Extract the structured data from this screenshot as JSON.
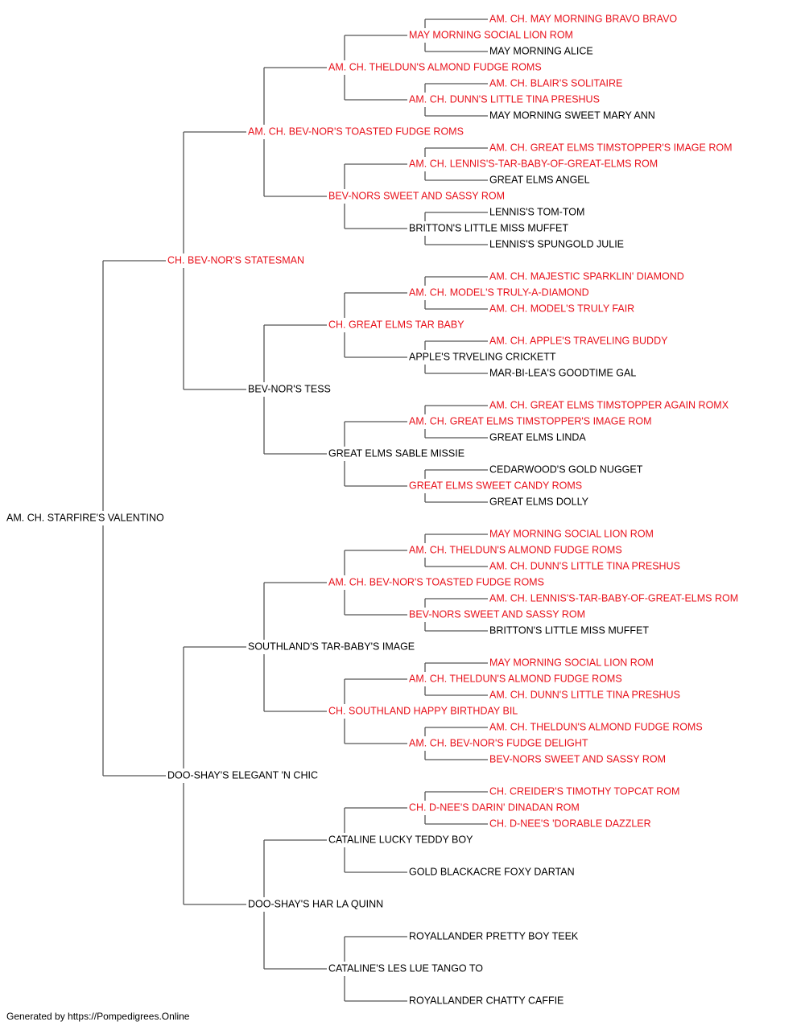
{
  "colors": {
    "champion": "#e8111b",
    "normal": "#000000",
    "line": "#555555"
  },
  "footer": "Generated by https://Pompedigrees.Online",
  "pedigree": {
    "name": "AM. CH. STARFIRE'S VALENTINO",
    "red": false,
    "sire": {
      "name": "CH. BEV-NOR'S STATESMAN",
      "red": true,
      "sire": {
        "name": "AM. CH. BEV-NOR'S TOASTED FUDGE ROMS",
        "red": true,
        "sire": {
          "name": "AM. CH. THELDUN'S ALMOND FUDGE ROMS",
          "red": true,
          "sire": {
            "name": "MAY MORNING SOCIAL LION ROM",
            "red": true,
            "sire": {
              "name": "AM. CH. MAY MORNING BRAVO BRAVO",
              "red": true
            },
            "dam": {
              "name": "MAY MORNING ALICE",
              "red": false
            }
          },
          "dam": {
            "name": "AM. CH. DUNN'S LITTLE TINA PRESHUS",
            "red": true,
            "sire": {
              "name": "AM. CH. BLAIR'S SOLITAIRE",
              "red": true
            },
            "dam": {
              "name": "MAY MORNING SWEET MARY ANN",
              "red": false
            }
          }
        },
        "dam": {
          "name": "BEV-NORS SWEET AND SASSY ROM",
          "red": true,
          "sire": {
            "name": "AM. CH. LENNIS'S-TAR-BABY-OF-GREAT-ELMS ROM",
            "red": true,
            "sire": {
              "name": "AM. CH. GREAT ELMS TIMSTOPPER'S IMAGE ROM",
              "red": true
            },
            "dam": {
              "name": "GREAT ELMS ANGEL",
              "red": false
            }
          },
          "dam": {
            "name": "BRITTON'S LITTLE MISS MUFFET",
            "red": false,
            "sire": {
              "name": "LENNIS'S TOM-TOM",
              "red": false
            },
            "dam": {
              "name": "LENNIS'S SPUNGOLD JULIE",
              "red": false
            }
          }
        }
      },
      "dam": {
        "name": "BEV-NOR'S TESS",
        "red": false,
        "sire": {
          "name": "CH. GREAT ELMS TAR BABY",
          "red": true,
          "sire": {
            "name": "AM. CH. MODEL'S TRULY-A-DIAMOND",
            "red": true,
            "sire": {
              "name": "AM. CH. MAJESTIC SPARKLIN' DIAMOND",
              "red": true
            },
            "dam": {
              "name": "AM. CH. MODEL'S TRULY FAIR",
              "red": true
            }
          },
          "dam": {
            "name": "APPLE'S TRVELING CRICKETT",
            "red": false,
            "sire": {
              "name": "AM. CH. APPLE'S TRAVELING BUDDY",
              "red": true
            },
            "dam": {
              "name": "MAR-BI-LEA'S GOODTIME GAL",
              "red": false
            }
          }
        },
        "dam": {
          "name": "GREAT ELMS SABLE MISSIE",
          "red": false,
          "sire": {
            "name": "AM. CH. GREAT ELMS TIMSTOPPER'S IMAGE ROM",
            "red": true,
            "sire": {
              "name": "AM. CH. GREAT ELMS TIMSTOPPER AGAIN ROMX",
              "red": true
            },
            "dam": {
              "name": "GREAT ELMS LINDA",
              "red": false
            }
          },
          "dam": {
            "name": "GREAT ELMS SWEET CANDY ROMS",
            "red": true,
            "sire": {
              "name": "CEDARWOOD'S GOLD NUGGET",
              "red": false
            },
            "dam": {
              "name": "GREAT ELMS DOLLY",
              "red": false
            }
          }
        }
      }
    },
    "dam": {
      "name": "DOO-SHAY'S ELEGANT 'N CHIC",
      "red": false,
      "sire": {
        "name": "SOUTHLAND'S TAR-BABY'S IMAGE",
        "red": false,
        "sire": {
          "name": "AM. CH. BEV-NOR'S TOASTED FUDGE ROMS",
          "red": true,
          "sire": {
            "name": "AM. CH. THELDUN'S ALMOND FUDGE ROMS",
            "red": true,
            "sire": {
              "name": "MAY MORNING SOCIAL LION ROM",
              "red": true
            },
            "dam": {
              "name": "AM. CH. DUNN'S LITTLE TINA PRESHUS",
              "red": true
            }
          },
          "dam": {
            "name": "BEV-NORS SWEET AND SASSY ROM",
            "red": true,
            "sire": {
              "name": "AM. CH. LENNIS'S-TAR-BABY-OF-GREAT-ELMS ROM",
              "red": true
            },
            "dam": {
              "name": "BRITTON'S LITTLE MISS MUFFET",
              "red": false
            }
          }
        },
        "dam": {
          "name": "CH. SOUTHLAND HAPPY BIRTHDAY BIL",
          "red": true,
          "sire": {
            "name": "AM. CH. THELDUN'S ALMOND FUDGE ROMS",
            "red": true,
            "sire": {
              "name": "MAY MORNING SOCIAL LION ROM",
              "red": true
            },
            "dam": {
              "name": "AM. CH. DUNN'S LITTLE TINA PRESHUS",
              "red": true
            }
          },
          "dam": {
            "name": "AM. CH. BEV-NOR'S FUDGE DELIGHT",
            "red": true,
            "sire": {
              "name": "AM. CH. THELDUN'S ALMOND FUDGE ROMS",
              "red": true
            },
            "dam": {
              "name": "BEV-NORS SWEET AND SASSY ROM",
              "red": true
            }
          }
        }
      },
      "dam": {
        "name": "DOO-SHAY'S HAR LA QUINN",
        "red": false,
        "sire": {
          "name": "CATALINE LUCKY TEDDY BOY",
          "red": false,
          "sire": {
            "name": "CH. D-NEE'S DARIN' DINADAN ROM",
            "red": true,
            "sire": {
              "name": "CH. CREIDER'S TIMOTHY TOPCAT ROM",
              "red": true
            },
            "dam": {
              "name": "CH. D-NEE'S 'DORABLE DAZZLER",
              "red": true
            }
          },
          "dam": {
            "name": "GOLD BLACKACRE FOXY DARTAN",
            "red": false
          }
        },
        "dam": {
          "name": "CATALINE'S LES LUE TANGO TO",
          "red": false,
          "sire": {
            "name": "ROYALLANDER PRETTY BOY TEEK",
            "red": false
          },
          "dam": {
            "name": "ROYALLANDER CHATTY CAFFIE",
            "red": false
          }
        }
      }
    }
  }
}
